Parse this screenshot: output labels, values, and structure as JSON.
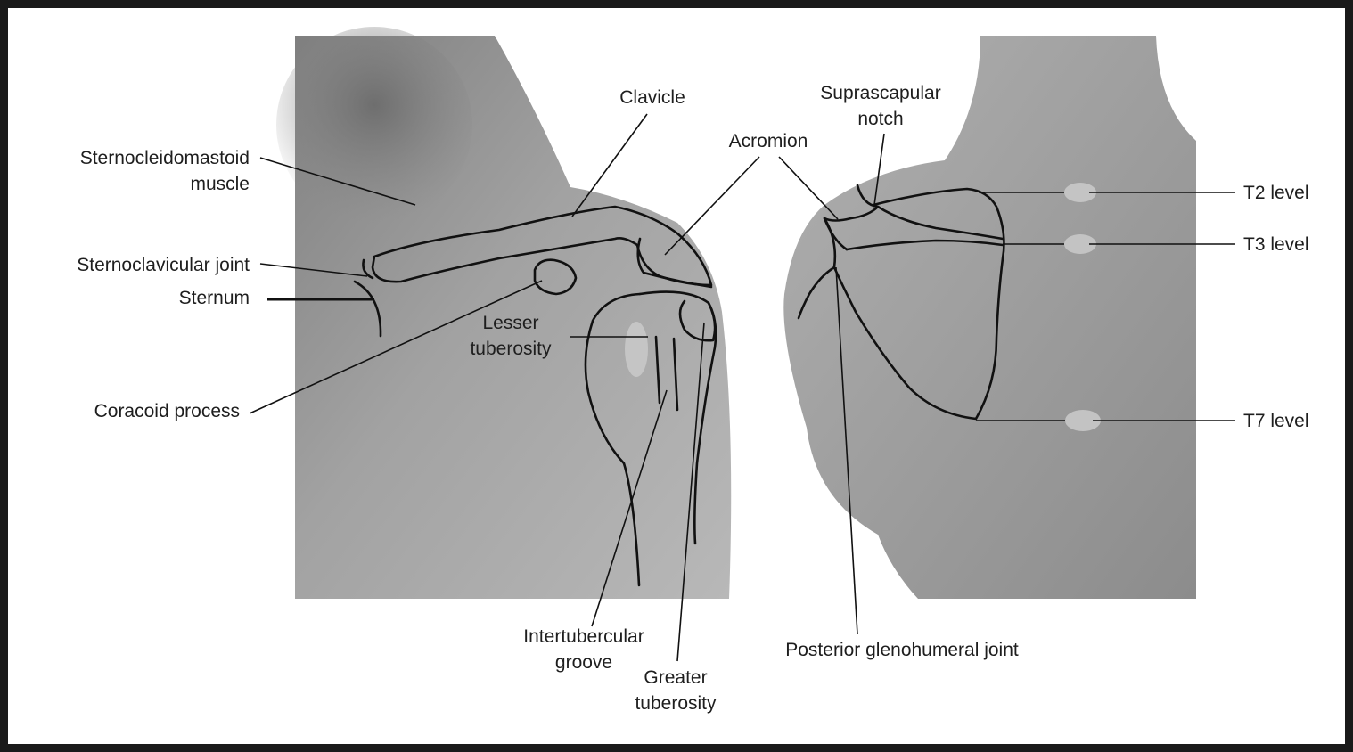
{
  "labels": {
    "sternocleidomastoid_line1": "Sternocleidomastoid",
    "sternocleidomastoid_line2": "muscle",
    "sternoclavicular_joint": "Sternoclavicular joint",
    "sternum": "Sternum",
    "coracoid_process": "Coracoid process",
    "clavicle": "Clavicle",
    "lesser_tuberosity_line1": "Lesser",
    "lesser_tuberosity_line2": "tuberosity",
    "intertubercular_groove_line1": "Intertubercular",
    "intertubercular_groove_line2": "groove",
    "greater_tuberosity_line1": "Greater",
    "greater_tuberosity_line2": "tuberosity",
    "acromion": "Acromion",
    "suprascapular_notch_line1": "Suprascapular",
    "suprascapular_notch_line2": "notch",
    "t2_level": "T2 level",
    "t3_level": "T3 level",
    "t7_level": "T7 level",
    "posterior_glenohumeral_joint": "Posterior glenohumeral joint"
  },
  "colors": {
    "frame": "#1a1a1a",
    "skin_dark": "#8a8a8a",
    "skin_light": "#b4b4b4",
    "outline": "#111111",
    "landmark_spot": "#c8c8c8"
  }
}
